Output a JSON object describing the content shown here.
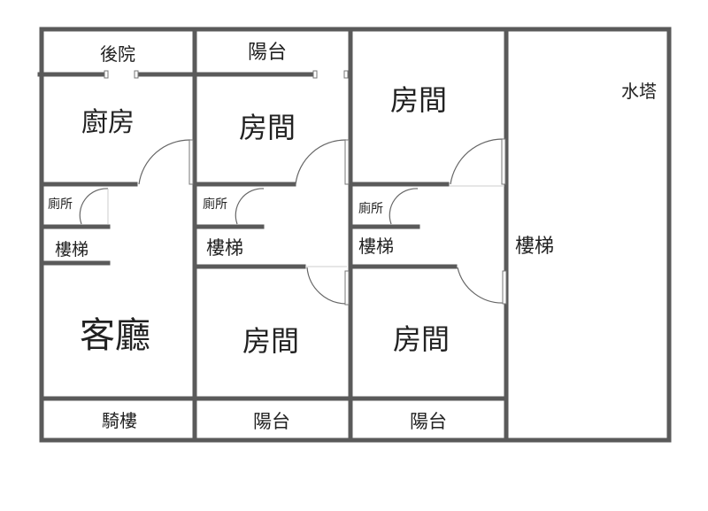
{
  "plan": {
    "col1": {
      "backyard": "後院",
      "kitchen": "廚房",
      "toilet": "廁所",
      "stairs": "樓梯",
      "living_room": "客廳",
      "arcade": "騎樓"
    },
    "col2": {
      "balcony_top": "陽台",
      "room_top": "房間",
      "toilet": "廁所",
      "stairs": "樓梯",
      "room_bottom": "房間",
      "balcony_bottom": "陽台"
    },
    "col3": {
      "room_top": "房間",
      "toilet": "廁所",
      "stairs": "樓梯",
      "room_bottom": "房間",
      "balcony_bottom": "陽台"
    },
    "col4": {
      "water_tower": "水塔",
      "stairs": "樓梯"
    }
  }
}
